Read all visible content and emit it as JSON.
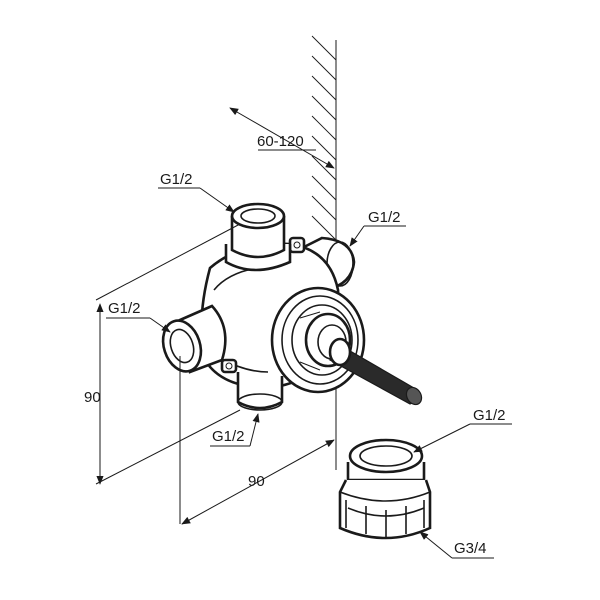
{
  "labels": {
    "depth_range": "60-120",
    "inlet_top": "G1/2",
    "inlet_right": "G1/2",
    "inlet_left": "G1/2",
    "inlet_bottom": "G1/2",
    "fitting_inner": "G1/2",
    "fitting_outer": "G3/4"
  },
  "dimensions": {
    "height": "90",
    "width": "90"
  }
}
